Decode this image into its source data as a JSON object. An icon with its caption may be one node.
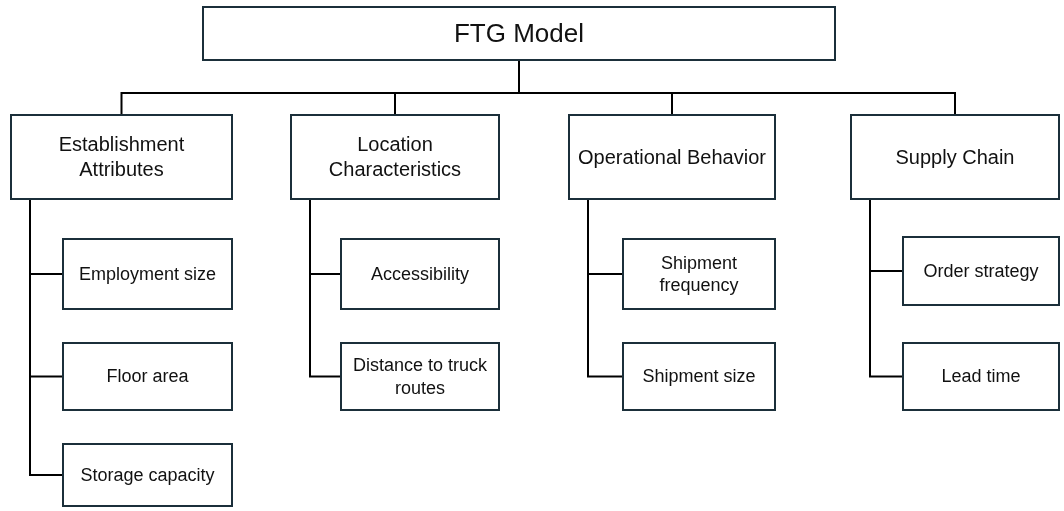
{
  "diagram": {
    "nodes": [
      {
        "text": [
          "FTG Model"
        ]
      },
      {
        "text": [
          "Establishment Attributes"
        ]
      },
      {
        "text": [
          "Employment size"
        ]
      },
      {
        "text": [
          "Floor area"
        ]
      },
      {
        "text": [
          "Storage capacity"
        ]
      },
      {
        "text": [
          "Location Characteristics"
        ]
      },
      {
        "text": [
          "Accessibility"
        ]
      },
      {
        "text": [
          "Distance to truck routes"
        ]
      },
      {
        "text": [
          "Operational Behavior"
        ]
      },
      {
        "text": [
          "Shipment frequency"
        ]
      },
      {
        "text": [
          "Shipment size"
        ]
      },
      {
        "text": [
          "Supply Chain"
        ]
      },
      {
        "text": [
          "Order strategy"
        ]
      },
      {
        "text": [
          "Lead time"
        ]
      }
    ],
    "edges": [
      {
        "from": 0,
        "to": 1,
        "arrow": "none"
      },
      {
        "from": 0,
        "to": 5,
        "arrow": "none"
      },
      {
        "from": 0,
        "to": 8,
        "arrow": "none"
      },
      {
        "from": 0,
        "to": 11,
        "arrow": "none"
      },
      {
        "from": 1,
        "to": 2,
        "arrow": "none"
      },
      {
        "from": 1,
        "to": 3,
        "arrow": "none"
      },
      {
        "from": 1,
        "to": 4,
        "arrow": "none"
      },
      {
        "from": 5,
        "to": 6,
        "arrow": "none"
      },
      {
        "from": 5,
        "to": 7,
        "arrow": "none"
      },
      {
        "from": 8,
        "to": 9,
        "arrow": "none"
      },
      {
        "from": 8,
        "to": 10,
        "arrow": "none"
      },
      {
        "from": 11,
        "to": 12,
        "arrow": "none"
      },
      {
        "from": 11,
        "to": 13,
        "arrow": "none"
      }
    ]
  }
}
